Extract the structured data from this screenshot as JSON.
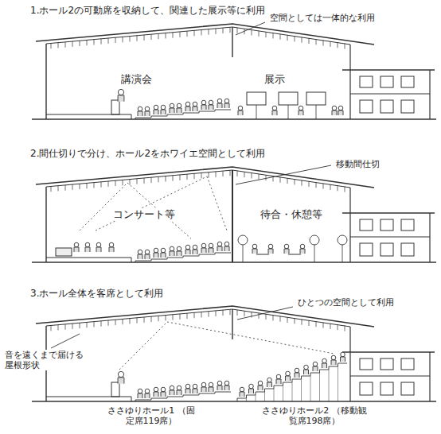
{
  "diagram": {
    "labels": [
      "1.ホール2の可動席を収納して、関連した展示等に利用",
      "空間としては一体的な利用",
      "講演会",
      "展示",
      "2.間仕切りで分け、ホール2をホワイエ空間として利用",
      "移動間仕切",
      "コンサート等",
      "待合・休憩等",
      "3.ホール全体を客席として利用",
      "ひとつの空間として利用",
      "音を遠くまで届ける屋根形状",
      "ささゆりホール1 （固定席119席）",
      "ささゆりホール2 （移動観覧席198席）"
    ]
  }
}
